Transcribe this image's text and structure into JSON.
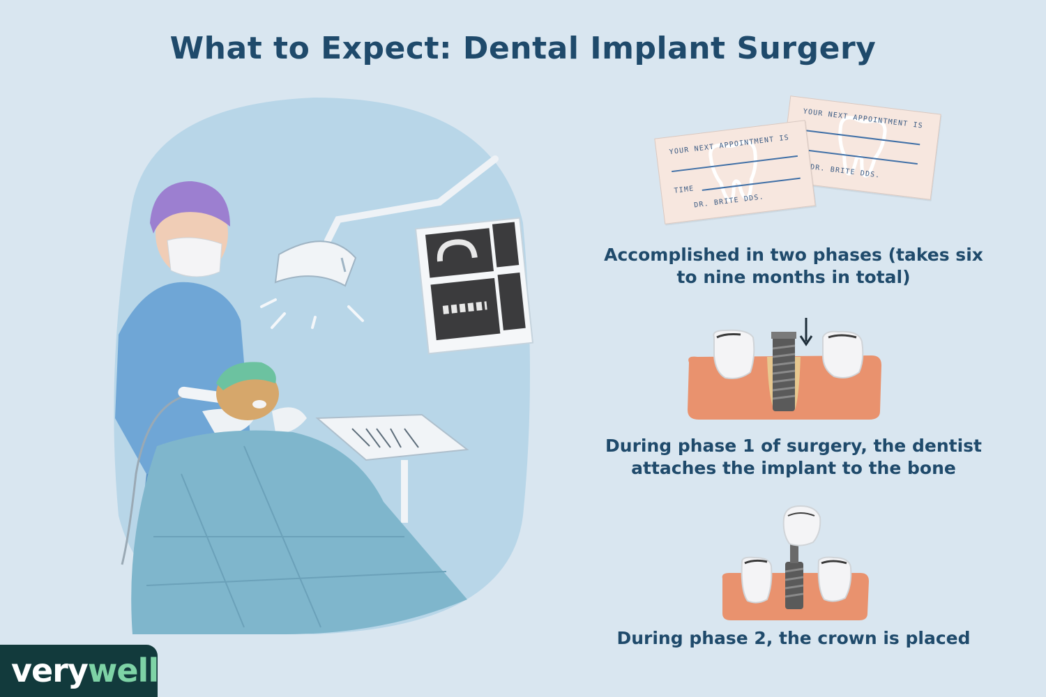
{
  "title": "What to Expect: Dental Implant Surgery",
  "cards": {
    "header": "YOUR NEXT APPOINTMENT IS",
    "time_label": "TIME",
    "doctor": "DR. BRITE DDS."
  },
  "captions": {
    "phases": "Accomplished in two phases (takes six to nine months in total)",
    "phase1": "During phase 1 of surgery, the dentist attaches the implant to the bone",
    "phase2": "During phase 2, the crown is placed"
  },
  "brand": {
    "part1": "very",
    "part2": "well"
  },
  "colors": {
    "background": "#d9e6f0",
    "title": "#1f4a6b",
    "gum": "#e9926e",
    "implant": "#5a5a5a",
    "logo_bg": "#123a3c",
    "logo_accent": "#7ed3a6"
  }
}
